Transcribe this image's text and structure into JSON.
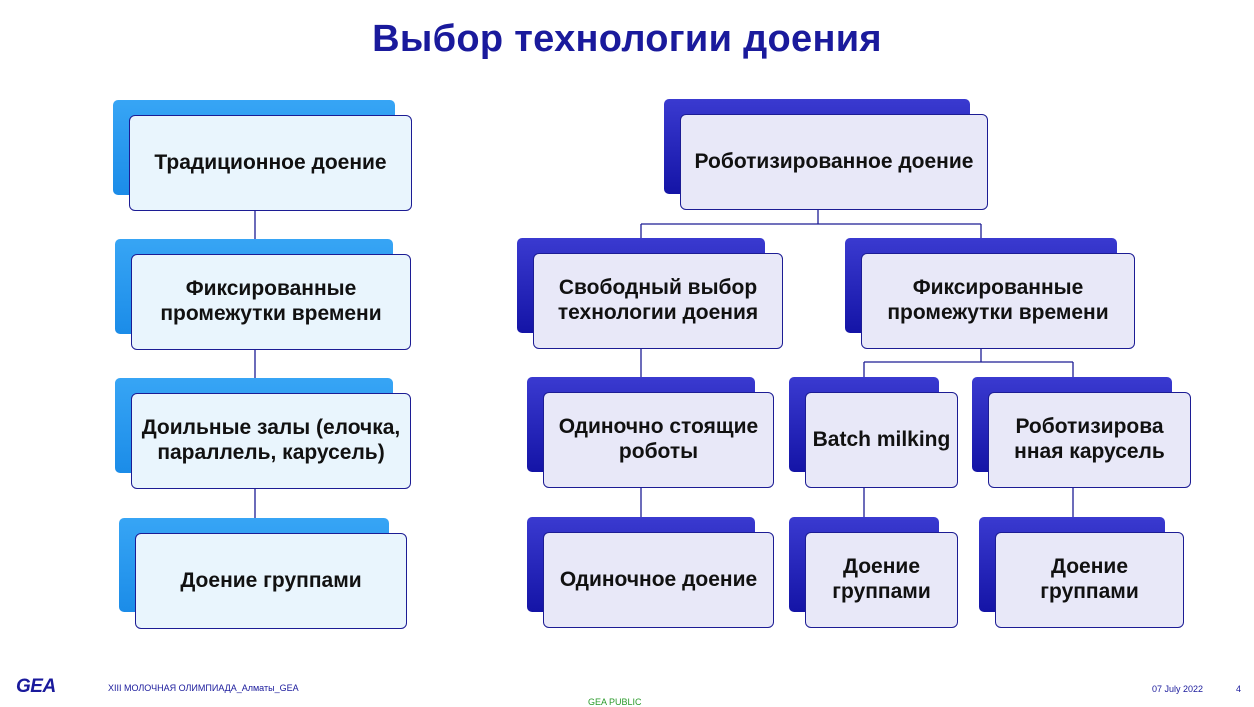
{
  "title": "Выбор технологии доения",
  "left_column": [
    "Традиционное доение",
    "Фиксированные промежутки времени",
    "Доильные залы (елочка, параллель, карусель)",
    "Доение группами"
  ],
  "robot_tree": {
    "root": "Роботизированное доение",
    "free": "Свободный выбор технологии доения",
    "fixed": "Фиксированные промежутки времени",
    "single_robots": "Одиночно стоящие роботы",
    "batch": "Batch milking",
    "robot_carousel": "Роботизирова нная карусель",
    "single_milking": "Одиночное доение",
    "group1": "Доение группами",
    "group2": "Доение группами"
  },
  "footer": {
    "logo": "GEA",
    "event": "XIII МОЛОЧНАЯ ОЛИМПИАДА_Алматы_GEA",
    "date": "07 July 2022",
    "page": "4",
    "classification": "GEA PUBLIC"
  },
  "colors": {
    "title": "#1a1a9c",
    "tab_light": "#1b8ce8",
    "tab_dark": "#1414a6",
    "box_light": "#e9f5fd",
    "box_dark": "#e8e8f8",
    "border": "#1c1c94"
  }
}
